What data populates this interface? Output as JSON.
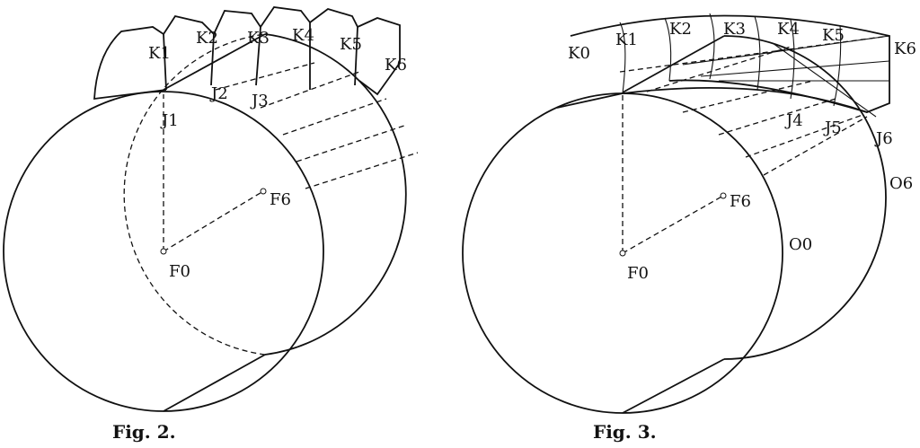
{
  "figures": [
    {
      "caption": "Fig. 2.",
      "labels": {
        "k1": "K1",
        "k2": "K2",
        "k3": "K3",
        "k4": "K4",
        "k5": "K5",
        "k6": "K6",
        "j1": "J1",
        "j2": "J2",
        "j3": "J3",
        "f6": "F6",
        "f0": "F0"
      }
    },
    {
      "caption": "Fig. 3.",
      "labels": {
        "k0": "K0",
        "k1": "K1",
        "k2": "K2",
        "k3": "K3",
        "k4": "K4",
        "k5": "K5",
        "k6": "K6",
        "j4": "J4",
        "j5": "J5",
        "j6": "J6",
        "f6": "F6",
        "f0": "F0",
        "o0": "O0",
        "o6": "O6"
      }
    }
  ]
}
